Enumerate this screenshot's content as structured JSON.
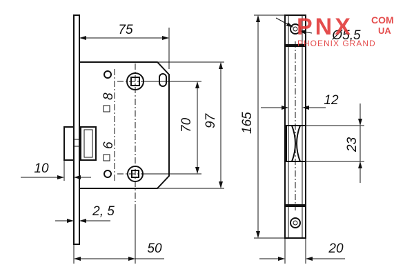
{
  "watermark": {
    "brand": "PNX",
    "suffix_top": "COM",
    "suffix_bottom": "UA",
    "tagline": "PHOENIX GRAND",
    "color": "#e23a3a"
  },
  "dimensions": {
    "d75": "75",
    "d8": "8",
    "d6": "6",
    "d70": "70",
    "d97": "97",
    "d10": "10",
    "d2_5": "2, 5",
    "d50": "50",
    "d165": "165",
    "d12": "12",
    "d23": "23",
    "d20": "20",
    "d5_5": "Ø5,5"
  }
}
